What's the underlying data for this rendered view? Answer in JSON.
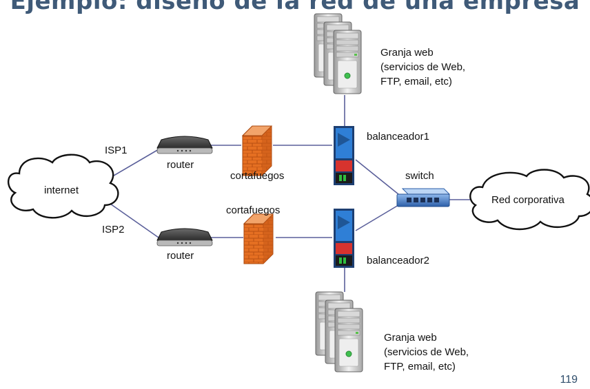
{
  "slide": {
    "title": "Ejemplo: diseño de la red de una empresa",
    "page_number": "119"
  },
  "nodes": {
    "internet": "internet",
    "isp1": "ISP1",
    "isp2": "ISP2",
    "router1": "router",
    "router2": "router",
    "firewall1": "cortafuegos",
    "firewall2": "cortafuegos",
    "balancer1": "balanceador1",
    "balancer2": "balanceador2",
    "switch": "switch",
    "corporate": "Red corporativa",
    "webfarm_top": {
      "line1": "Granja web",
      "line2": "(servicios de Web,",
      "line3": "FTP, email, etc)"
    },
    "webfarm_bottom": {
      "line1": "Granja web",
      "line2": "(servicios de Web,",
      "line3": "FTP, email, etc)"
    }
  },
  "colors": {
    "title": "#3f5a78",
    "link": "#5a5f9a",
    "firewall": "#e0691f",
    "balancer": "#2f7fd6",
    "switch": "#3f78c4"
  }
}
